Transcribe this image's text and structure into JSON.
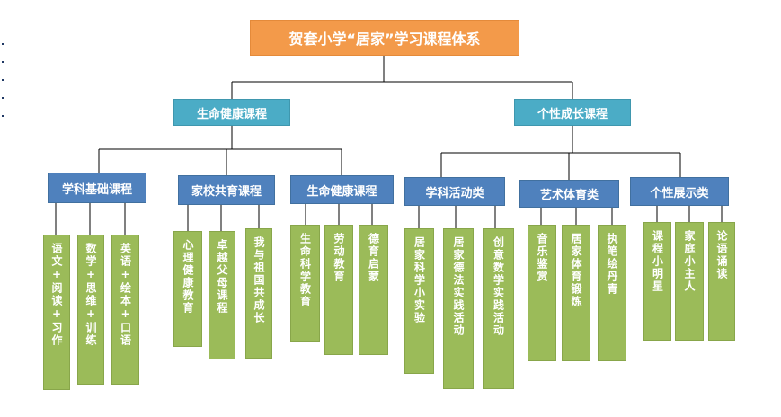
{
  "title": "贺套小学“居家”学习课程体系",
  "categories": [
    {
      "label": "生命健康课程",
      "groups": [
        {
          "label": "学科基础课程",
          "items": [
            "语文+阅读+习作",
            "数学+思维+训练",
            "英语+绘本+口语"
          ]
        },
        {
          "label": "家校共育课程",
          "items": [
            "心理健康教育",
            "卓越父母课程",
            "我与祖国共成长"
          ]
        },
        {
          "label": "生命健康课程",
          "items": [
            "生命科学教育",
            "劳动教育",
            "德育启蒙"
          ]
        }
      ]
    },
    {
      "label": "个性成长课程",
      "groups": [
        {
          "label": "学科活动类",
          "items": [
            "居家科学小实验",
            "居家德法实践活动",
            "创意数学实践活动"
          ]
        },
        {
          "label": "艺术体育类",
          "items": [
            "音乐鉴赏",
            "居家体育锻炼",
            "执笔绘丹青"
          ]
        },
        {
          "label": "个性展示类",
          "items": [
            "课程小明星",
            "家庭小主人",
            "论语诵读"
          ]
        }
      ]
    }
  ],
  "colors": {
    "title_box": "#F39A4A",
    "category_box": "#4BACC6",
    "group_box": "#4F81BD",
    "item_box": "#9BBB59",
    "connector": "#000000"
  }
}
